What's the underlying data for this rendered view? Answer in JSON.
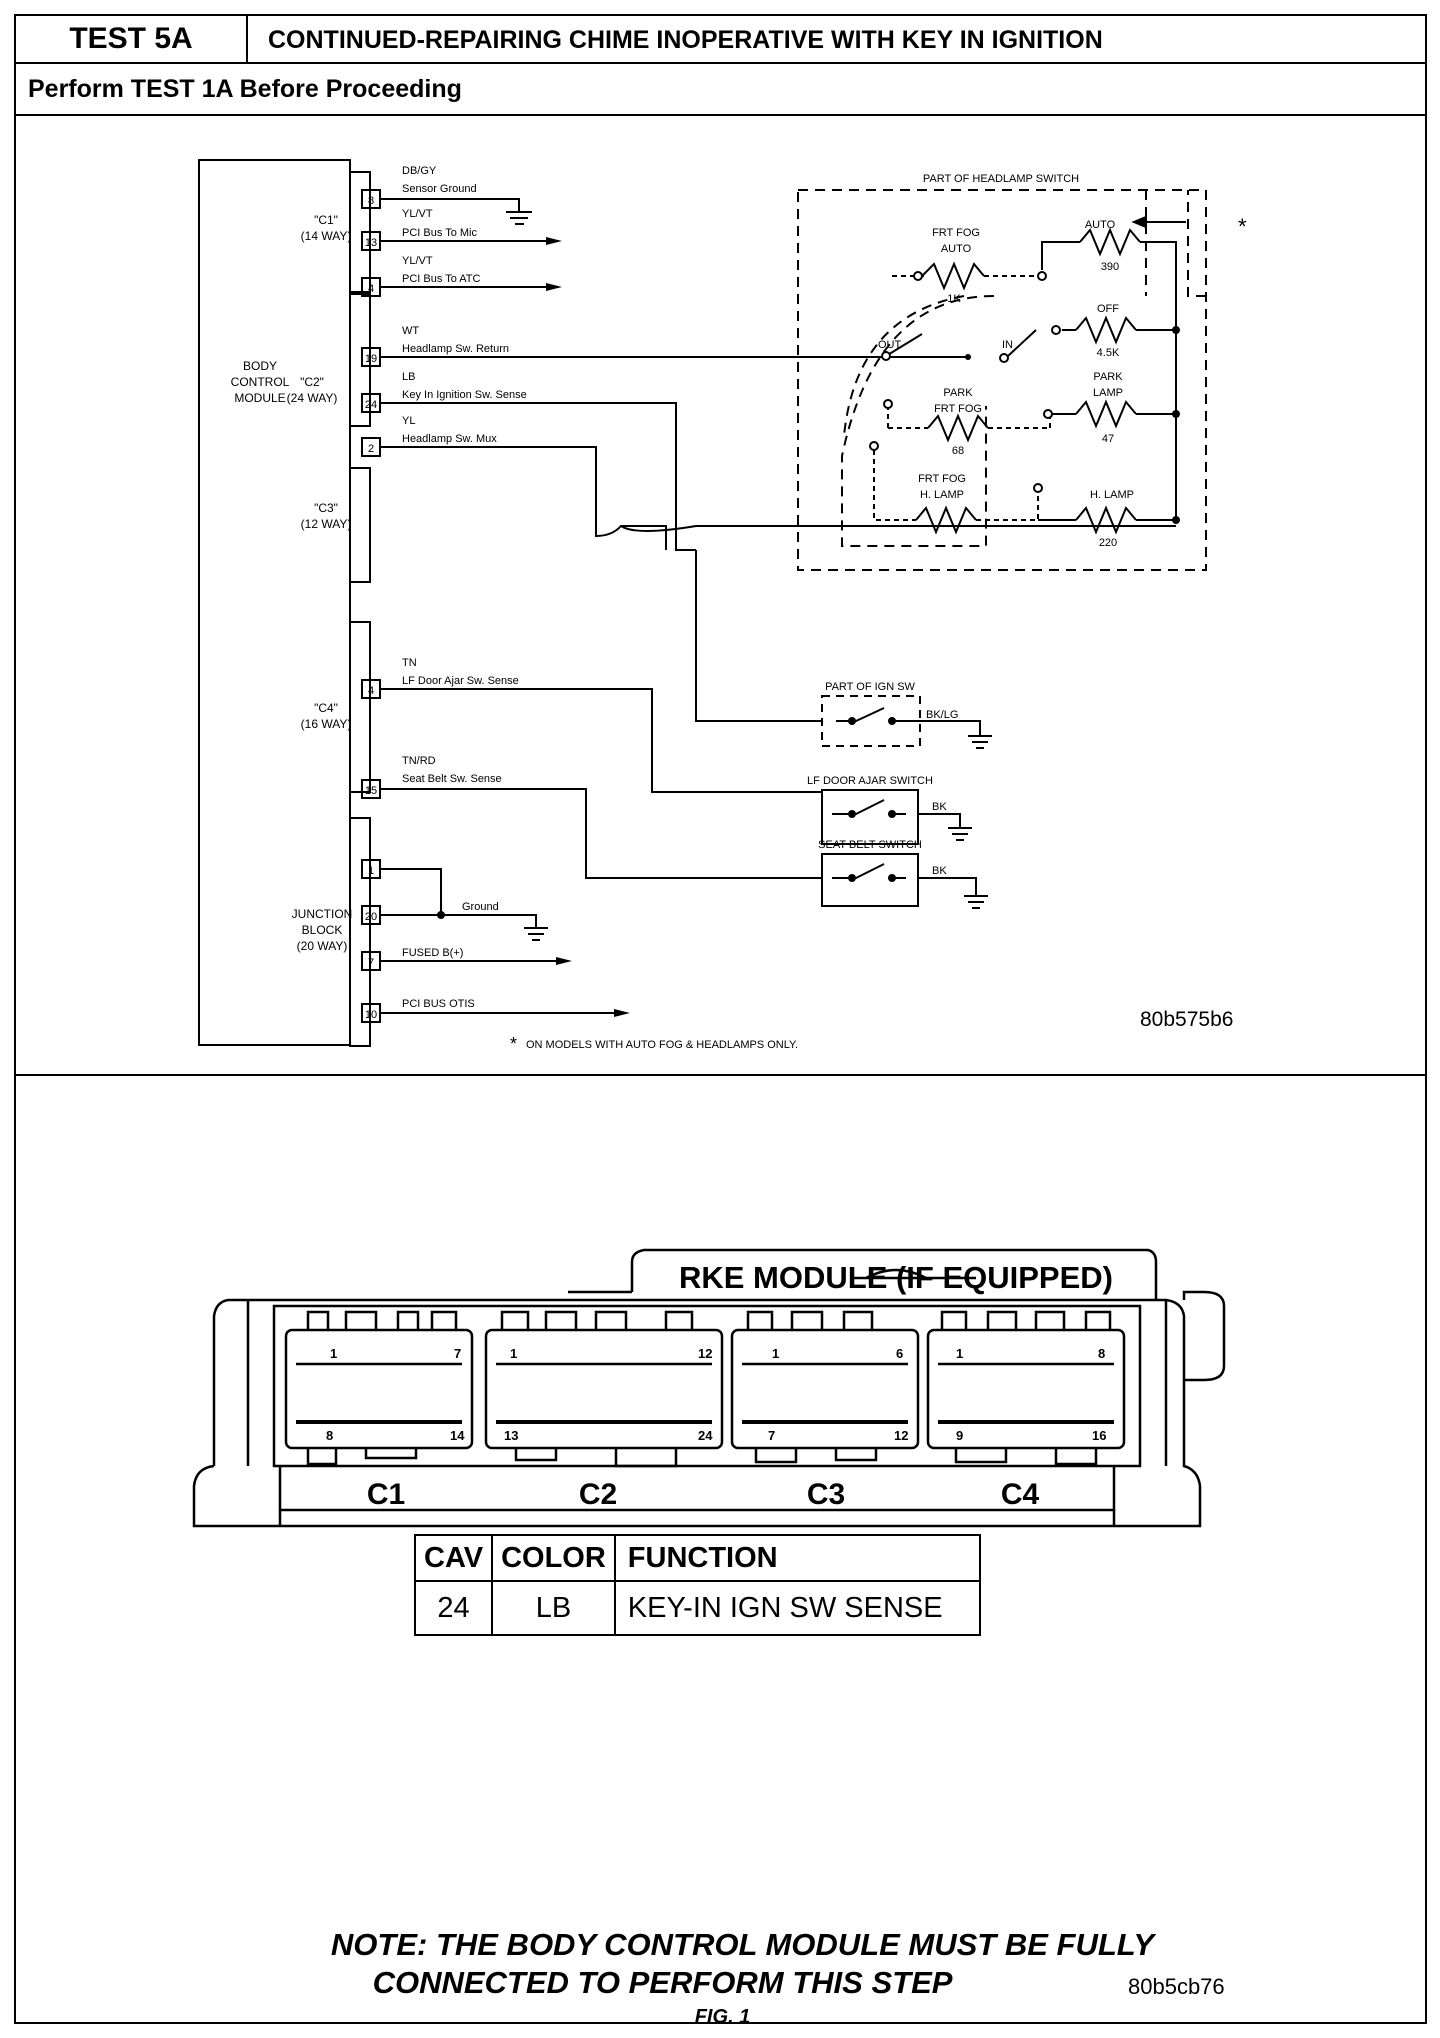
{
  "header": {
    "test_id": "TEST 5A",
    "title": "CONTINUED-REPAIRING CHIME INOPERATIVE WITH KEY IN IGNITION",
    "prerequisite": "Perform TEST 1A Before Proceeding"
  },
  "schematic": {
    "module_label": [
      "BODY",
      "CONTROL",
      "MODULE"
    ],
    "connectors": [
      {
        "name": "\"C1\"",
        "ways": "(14 WAY)"
      },
      {
        "name": "\"C2\"",
        "ways": "(24 WAY)"
      },
      {
        "name": "\"C3\"",
        "ways": "(12 WAY)"
      },
      {
        "name": "\"C4\"",
        "ways": "(16 WAY)"
      }
    ],
    "junction_block": [
      "JUNCTION",
      "BLOCK",
      "(20 WAY)"
    ],
    "pins": [
      {
        "num": "8",
        "color": "DB/GY",
        "desc": "Sensor Ground"
      },
      {
        "num": "13",
        "color": "YL/VT",
        "desc": "PCI Bus To Mic"
      },
      {
        "num": "4",
        "color": "YL/VT",
        "desc": "PCI Bus To ATC"
      },
      {
        "num": "19",
        "color": "WT",
        "desc": "Headlamp Sw. Return"
      },
      {
        "num": "24",
        "color": "LB",
        "desc": "Key In Ignition Sw. Sense"
      },
      {
        "num": "2",
        "color": "YL",
        "desc": "Headlamp Sw. Mux"
      },
      {
        "num": "4",
        "color": "TN",
        "desc": "LF Door Ajar Sw. Sense"
      },
      {
        "num": "15",
        "color": "TN/RD",
        "desc": "Seat Belt Sw. Sense"
      },
      {
        "num": "1",
        "color": "",
        "desc": ""
      },
      {
        "num": "20",
        "color": "",
        "desc": "Ground"
      },
      {
        "num": "7",
        "color": "",
        "desc": "FUSED B(+)"
      },
      {
        "num": "10",
        "color": "",
        "desc": "PCI BUS OTIS"
      }
    ],
    "headlamp_switch": {
      "title": "PART OF HEADLAMP SWITCH",
      "auto": "AUTO",
      "frt_fog_auto": [
        "FRT FOG",
        "AUTO"
      ],
      "r_1k": "1K",
      "r_390": "390",
      "off": "OFF",
      "r_4_5k": "4.5K",
      "out": "OUT",
      "in": "IN",
      "park_lamp": [
        "PARK",
        "LAMP"
      ],
      "park_frt_fog": [
        "PARK",
        "FRT FOG"
      ],
      "r_47": "47",
      "r_68": "68",
      "frt_fog_h_lamp": [
        "FRT FOG",
        "H. LAMP"
      ],
      "h_lamp": "H. LAMP",
      "r_220": "220",
      "asterisk": "*"
    },
    "ign_switch": {
      "title": "PART OF IGN SW",
      "wire": "BK/LG"
    },
    "door_switch": {
      "title": "LF DOOR AJAR SWITCH",
      "wire": "BK"
    },
    "seat_switch": {
      "title": "SEAT BELT SWITCH",
      "wire": "BK"
    },
    "footnote_star": "*",
    "footnote": "ON MODELS WITH AUTO FOG & HEADLAMPS ONLY.",
    "figure_code": "80b575b6"
  },
  "module_view": {
    "title": "RKE MODULE (IF EQUIPPED)",
    "connectors": [
      {
        "label": "C1",
        "top_left": "1",
        "top_right": "7",
        "bottom_left": "8",
        "bottom_right": "14"
      },
      {
        "label": "C2",
        "top_left": "1",
        "top_right": "12",
        "bottom_left": "13",
        "bottom_right": "24"
      },
      {
        "label": "C3",
        "top_left": "1",
        "top_right": "6",
        "bottom_left": "7",
        "bottom_right": "12"
      },
      {
        "label": "C4",
        "top_left": "1",
        "top_right": "8",
        "bottom_left": "9",
        "bottom_right": "16"
      }
    ]
  },
  "table": {
    "headers": [
      "CAV",
      "COLOR",
      "FUNCTION"
    ],
    "rows": [
      [
        "24",
        "LB",
        "KEY-IN IGN SW SENSE"
      ]
    ]
  },
  "note": {
    "line1": "NOTE: THE BODY CONTROL MODULE MUST BE FULLY",
    "line2": "CONNECTED TO PERFORM THIS STEP",
    "fig": "FIG. 1",
    "code": "80b5cb76"
  }
}
